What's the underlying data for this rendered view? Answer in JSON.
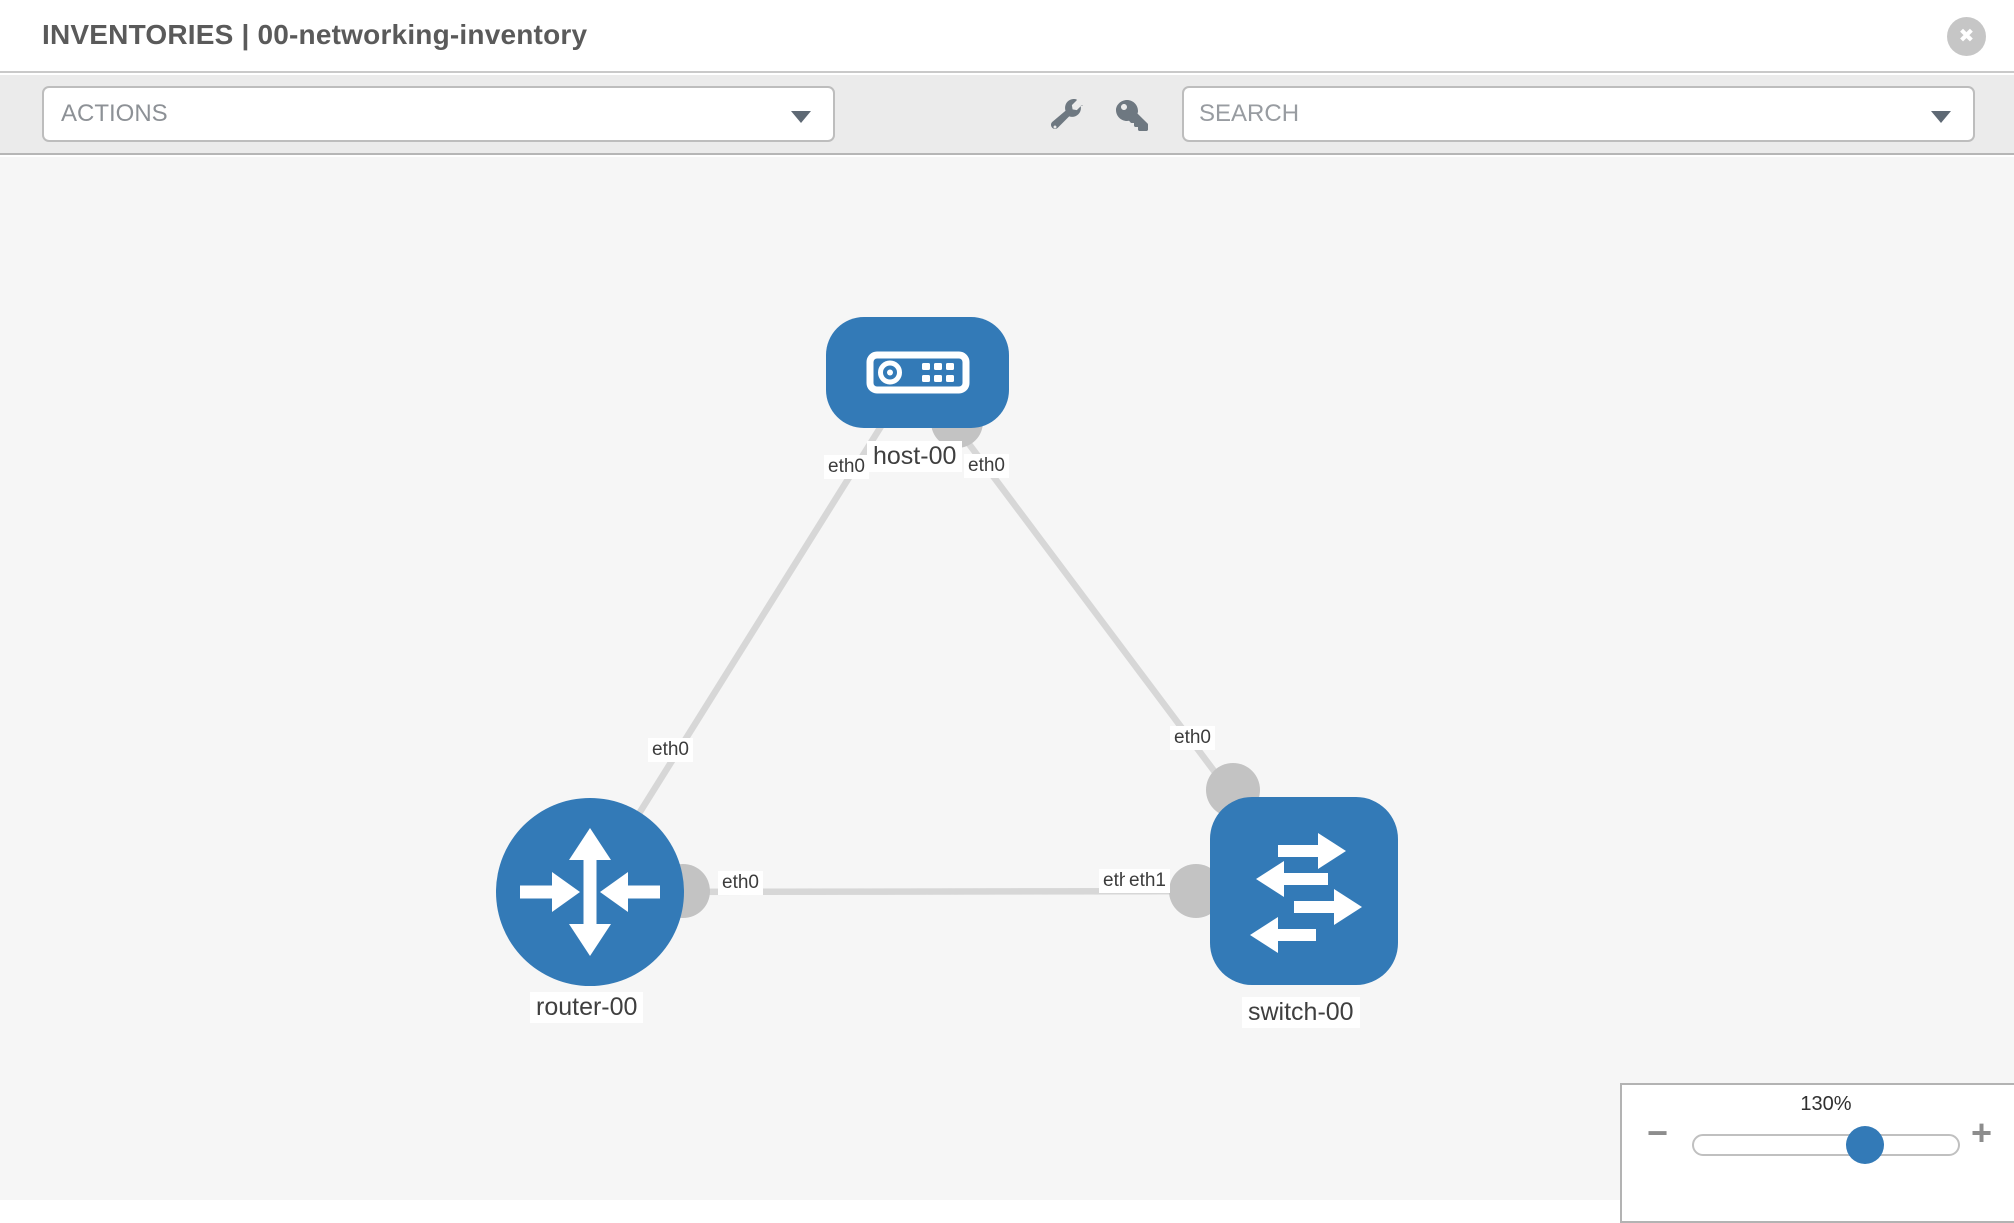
{
  "header": {
    "title": "INVENTORIES | 00-networking-inventory"
  },
  "toolbar": {
    "actions_label": "ACTIONS",
    "search_placeholder": "SEARCH"
  },
  "icons": {
    "close": "✖",
    "minus": "−",
    "plus": "+",
    "wrench": "wrench-icon",
    "key": "key-icon",
    "caret": "caret-down"
  },
  "topology": {
    "nodes": [
      {
        "id": "host-00",
        "type": "host",
        "label": "host-00"
      },
      {
        "id": "router-00",
        "type": "router",
        "label": "router-00"
      },
      {
        "id": "switch-00",
        "type": "switch",
        "label": "switch-00"
      }
    ],
    "links": [
      {
        "source": "router-00",
        "target": "host-00",
        "source_interface": "eth0",
        "target_interface": "eth0"
      },
      {
        "source": "host-00",
        "target": "switch-00",
        "source_interface": "eth0",
        "target_interface": "eth0"
      },
      {
        "source": "router-00",
        "target": "switch-00",
        "source_interface": "eth0",
        "target_interface": "eth1"
      }
    ],
    "partially_hidden_label": "eth0"
  },
  "zoom_control": {
    "level": "130%"
  },
  "colors": {
    "node_blue": "#337ab7",
    "edge_gray": "#d7d7d7",
    "connector_gray": "#c3c3c3",
    "toolbar_bg": "#ebebeb",
    "canvas_bg": "#f6f6f6"
  }
}
